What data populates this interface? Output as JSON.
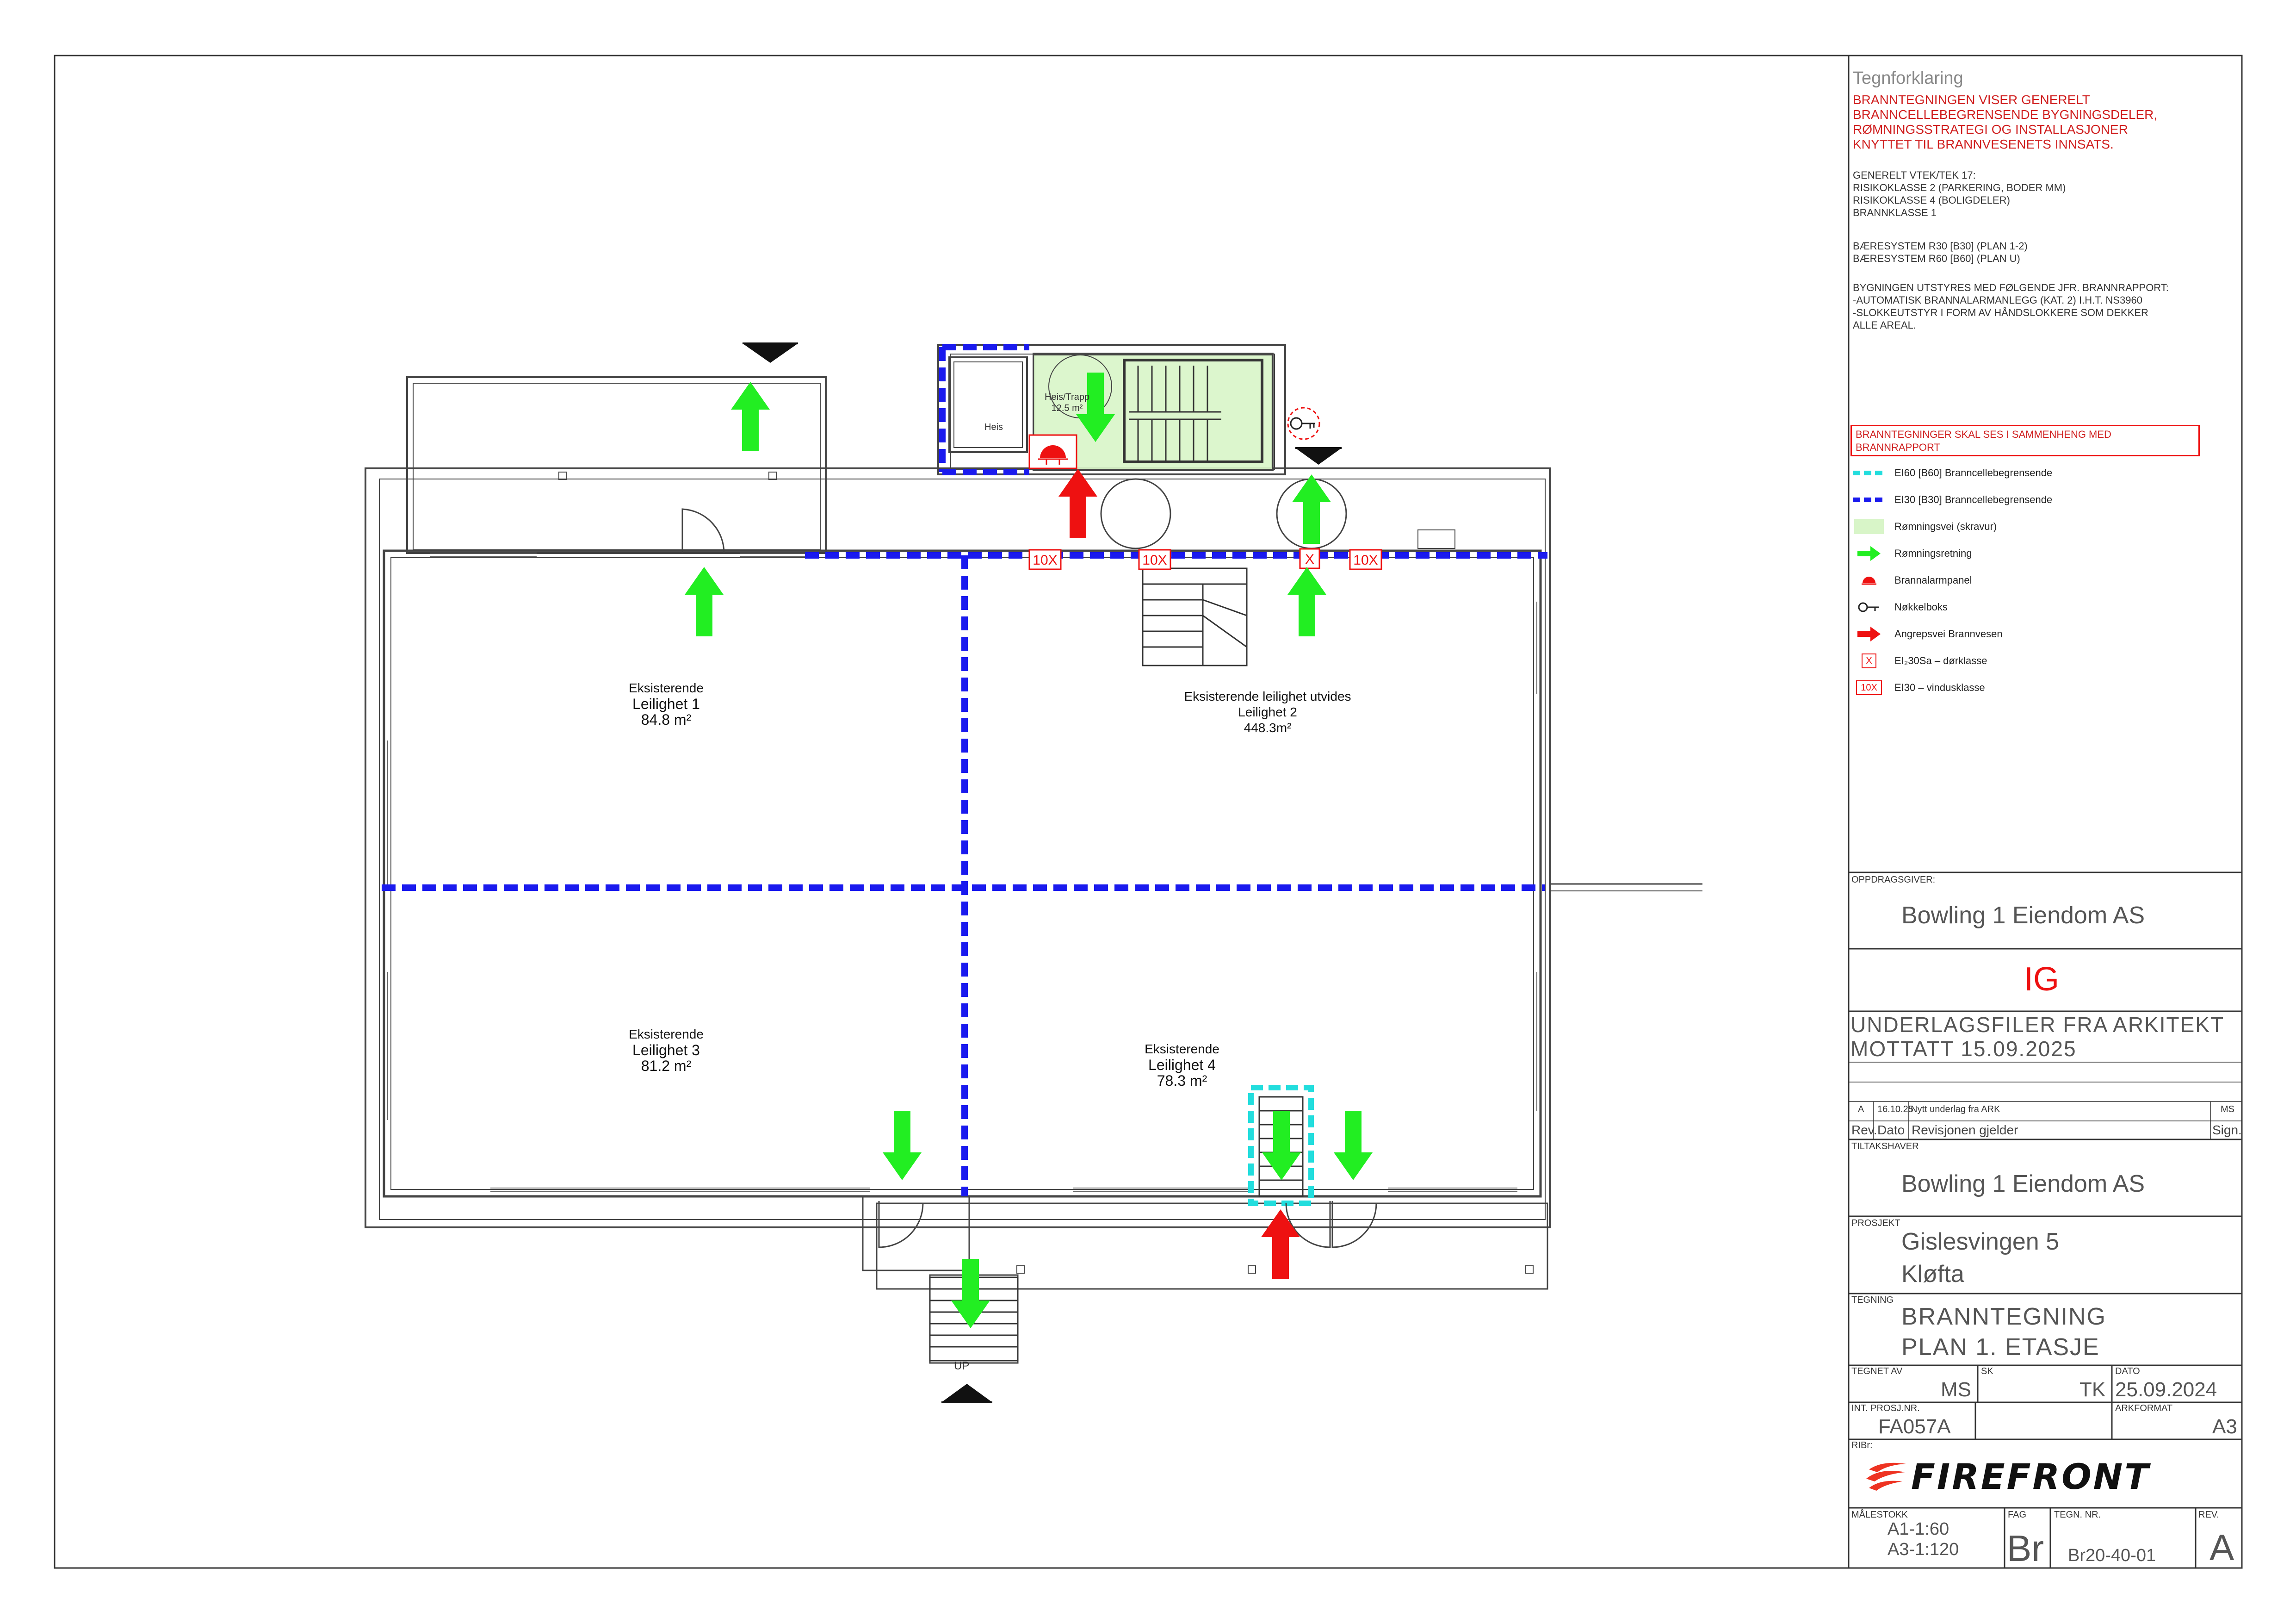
{
  "legend": {
    "title": "Tegnforklaring",
    "intro": [
      "BRANNTEGNINGEN VISER GENERELT",
      "BRANNCELLEBEGRENSENDE BYGNINGSDELER,",
      "RØMNINGSSTRATEGI OG INSTALLASJONER",
      "KNYTTET TIL BRANNVESENETS INNSATS."
    ],
    "general": [
      "GENERELT VTEK/TEK 17:",
      "RISIKOKLASSE 2 (PARKERING, BODER MM)",
      "RISIKOKLASSE 4 (BOLIGDELER)",
      "BRANNKLASSE 1"
    ],
    "structure": [
      "BÆRESYSTEM R30 [B30] (PLAN 1-2)",
      "BÆRESYSTEM R60 [B60] (PLAN U)"
    ],
    "equipment": [
      "BYGNINGEN UTSTYRES MED FØLGENDE JFR. BRANNRAPPORT:",
      "-AUTOMATISK BRANNALARMANLEGG (KAT. 2) I.H.T. NS3960",
      "-SLOKKEUTSTYR I FORM AV HÅNDSLOKKERE SOM DEKKER",
      "ALLE AREAL."
    ],
    "note": [
      "BRANNTEGNINGER SKAL SES I SAMMENHENG MED",
      "BRANNRAPPORT"
    ],
    "items": [
      {
        "symbol": "ei60-line",
        "label": "EI60 [B60] Branncellebegrensende"
      },
      {
        "symbol": "ei30-line",
        "label": "EI30 [B30] Branncellebegrensende"
      },
      {
        "symbol": "escape-hatch",
        "label": "Rømningsvei (skravur)"
      },
      {
        "symbol": "escape-arrow",
        "label": "Rømningsretning"
      },
      {
        "symbol": "alarm-panel",
        "label": "Brannalarmpanel"
      },
      {
        "symbol": "key-box",
        "label": "Nøkkelboks"
      },
      {
        "symbol": "attack-arrow",
        "label": "Angrepsvei Brannvesen"
      },
      {
        "symbol": "door-x",
        "label": "EI₂30Sa – dørklasse"
      },
      {
        "symbol": "window-10x",
        "label": "EI30 – vindusklasse"
      }
    ],
    "colors": {
      "ei60": "#22dddd",
      "ei30": "#1a1aee",
      "escape": "#22ee22",
      "escape_fill": "#d8f5c8",
      "red": "#ee1111"
    }
  },
  "title_block": {
    "client_label": "OPPDRAGSGIVER:",
    "client": "Bowling 1 Eiendom AS",
    "status": "IG",
    "basis": [
      "UNDERLAGSFILER FRA ARKITEKT",
      "MOTTATT 15.09.2025"
    ],
    "revision": {
      "rev": "A",
      "date": "16.10.25",
      "text": "Nytt underlag fra ARK",
      "sign": "MS"
    },
    "rev_headers": {
      "rev": "Rev.",
      "date": "Dato",
      "text": "Revisjonen gjelder",
      "sign": "Sign."
    },
    "owner_label": "TILTAKSHAVER",
    "owner": "Bowling 1 Eiendom AS",
    "project_label": "PROSJEKT",
    "project": [
      "Gislesvingen 5",
      "Kløfta"
    ],
    "drawing_label": "TEGNING",
    "drawing": [
      "BRANNTEGNING",
      "PLAN 1. ETASJE"
    ],
    "drawn_by_label": "TEGNET AV",
    "drawn_by": "MS",
    "checked_label": "SK",
    "checked": "TK",
    "date_label": "DATO",
    "date": "25.09.2024",
    "project_no_label": "INT. PROSJ.NR.",
    "project_no": "FA057A",
    "format_label": "ARKFORMAT",
    "format": "A3",
    "ribr_label": "RIBr:",
    "company": "FIREFRONT",
    "scale_label": "MÅLESTOKK",
    "scale": [
      "A1-1:60",
      "A3-1:120"
    ],
    "fag_label": "FAG",
    "fag": "Br",
    "drawing_no_label": "TEGN. NR.",
    "drawing_no": "Br20-40-01",
    "rev_label": "REV.",
    "rev": "A"
  },
  "plan": {
    "rooms": [
      {
        "id": "leilighet-1",
        "lines": [
          "Eksisterende",
          "Leilighet 1",
          "84.8 m²"
        ]
      },
      {
        "id": "leilighet-2",
        "lines": [
          "Eksisterende leilighet utvides",
          "Leilighet 2",
          "448.3m²"
        ]
      },
      {
        "id": "leilighet-3",
        "lines": [
          "Eksisterende",
          "Leilighet 3",
          "81.2 m²"
        ]
      },
      {
        "id": "leilighet-4",
        "lines": [
          "Eksisterende",
          "Leilighet 4",
          "78.3 m²"
        ]
      }
    ],
    "elevator": "Heis",
    "stair_room": [
      "Heis/Trapp",
      "12.5 m²"
    ],
    "window_class": "10X",
    "door_class": "X",
    "stair_up": "UP"
  }
}
